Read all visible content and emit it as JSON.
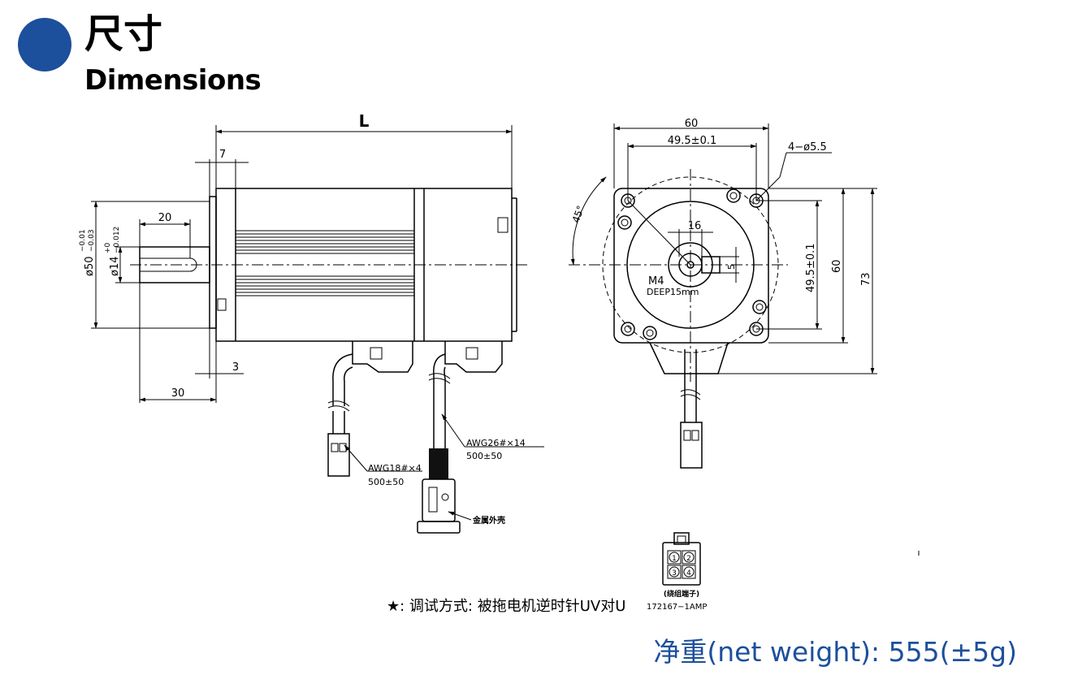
{
  "header": {
    "title_cn": "尺寸",
    "title_en": "Dimensions"
  },
  "side_view": {
    "dims": {
      "L": "L",
      "d7": "7",
      "d20": "20",
      "d3": "3",
      "d30": "30",
      "dia50": "ø50",
      "dia50_tol_up": "−0.01",
      "dia50_tol_low": "−0.03",
      "dia14": "ø14",
      "dia14_tol_up": "+0",
      "dia14_tol_low": "−0.012"
    },
    "cable_power": {
      "spec": "AWG18#×4",
      "length": "500±50"
    },
    "cable_encoder": {
      "spec": "AWG26#×14",
      "length": "500±50"
    },
    "connector_label": "金属外壳"
  },
  "front_view": {
    "dims": {
      "d60": "60",
      "d49_5": "49.5±0.1",
      "holes": "4−ø5.5",
      "angle": "45°",
      "d16": "16",
      "d5": "5",
      "thread": "M4",
      "depth": "DEEP15mm",
      "d49_5_v": "49.5±0.1",
      "d60_v": "60",
      "d73": "73"
    }
  },
  "terminal": {
    "pins": [
      "1",
      "2",
      "3",
      "4"
    ],
    "label": "(绕组端子)",
    "part": "172167−1AMP"
  },
  "note": "★: 调试方式: 被拖电机逆时针UV对U",
  "weight": "净重(net weight): 555(±5g)"
}
